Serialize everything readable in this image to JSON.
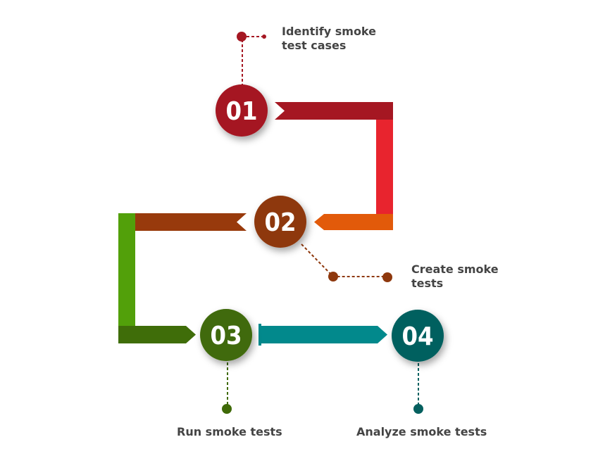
{
  "steps": [
    {
      "number": "01",
      "label_line1": "Identify smoke",
      "label_line2": "test cases",
      "color": "#A51722"
    },
    {
      "number": "02",
      "label_line1": "Create smoke",
      "label_line2": "tests",
      "color": "#8E380D"
    },
    {
      "number": "03",
      "label": "Run smoke tests",
      "color": "#3F6A08"
    },
    {
      "number": "04",
      "label": "Analyze smoke tests",
      "color": "#05605F"
    }
  ],
  "colors": {
    "band_red_dark": "#A51722",
    "band_red": "#E8242E",
    "band_orange": "#E25A0A",
    "band_brown": "#983A0C",
    "band_green": "#52A00A",
    "band_green_dark": "#3F6D09",
    "band_teal": "#02898C",
    "text": "#444444"
  }
}
